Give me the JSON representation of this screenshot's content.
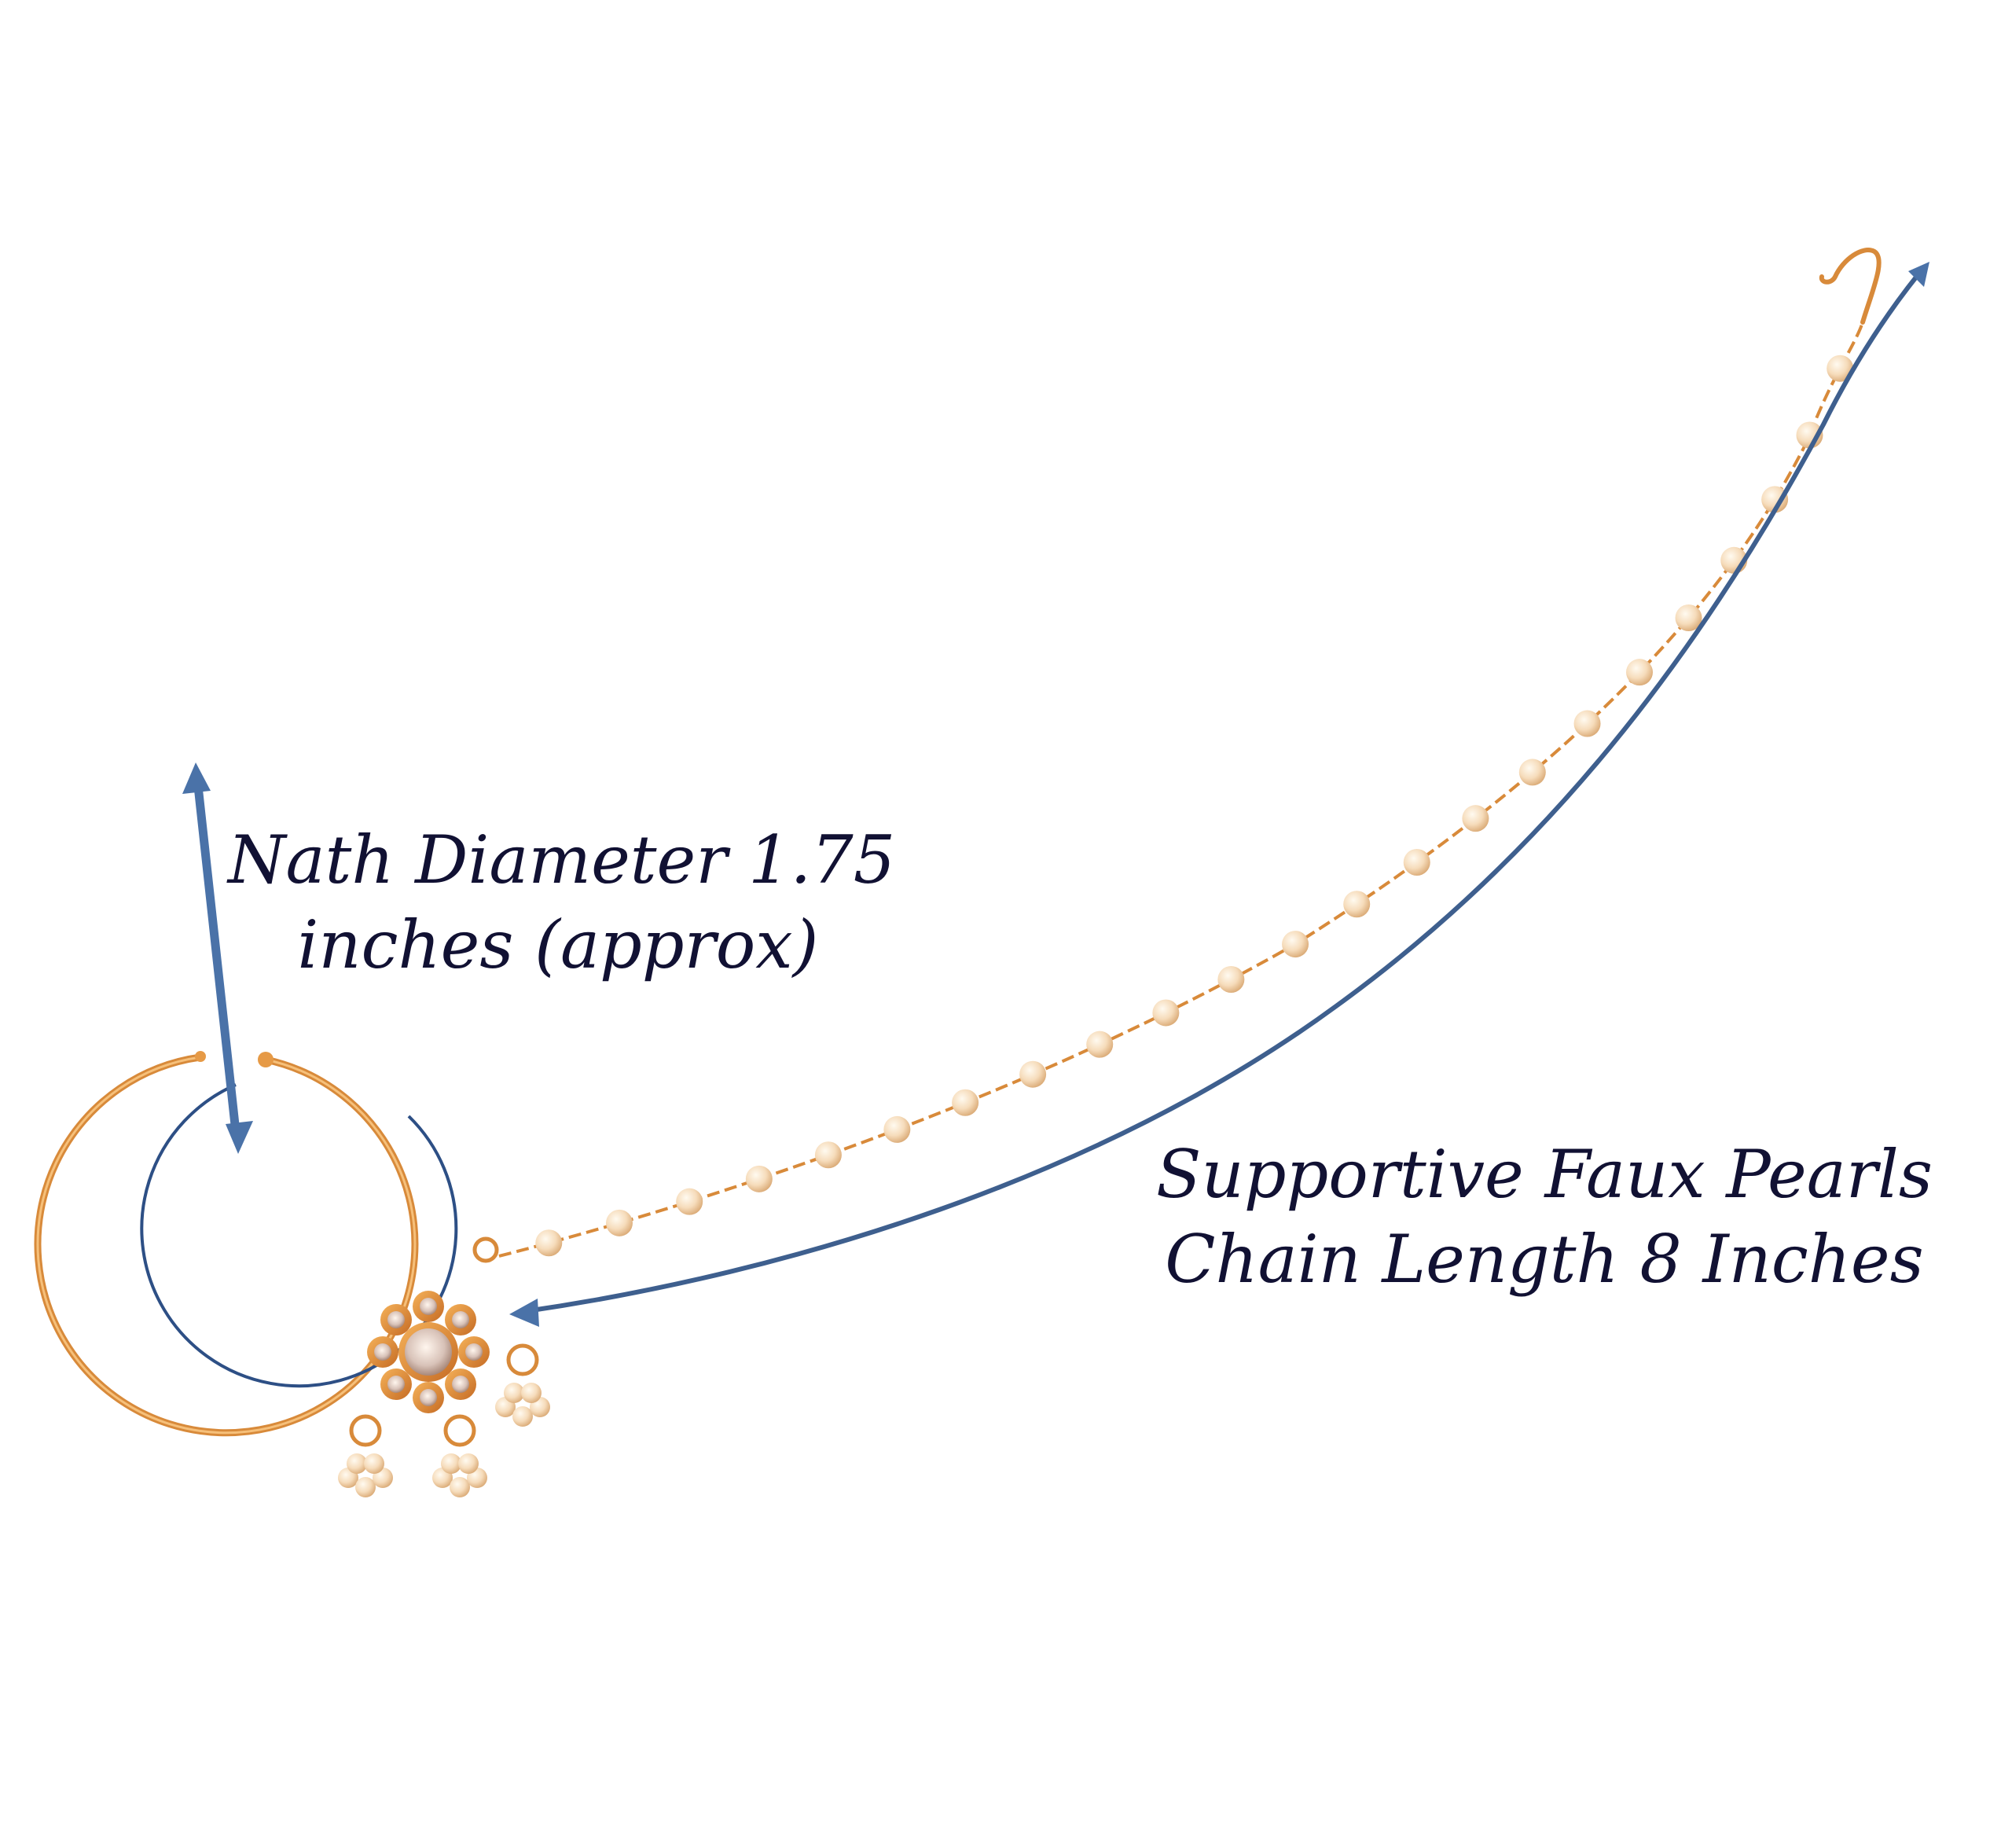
{
  "annotations": {
    "nath": {
      "line1": "Nath Diameter 1.75",
      "line2": "inches (approx)"
    },
    "chain": {
      "line1": "Supportive Faux Pearls",
      "line2": "Chain Length 8 Inches"
    }
  },
  "colors": {
    "background": "#ffffff",
    "arrow": "#4a72a8",
    "gold": "#d88a3a",
    "pearl": "#f7dfc0",
    "text": "#111133"
  },
  "icons": {
    "vertical_arrow": "double-headed-arrow-icon",
    "curved_arrow": "curved-arrow-icon"
  }
}
